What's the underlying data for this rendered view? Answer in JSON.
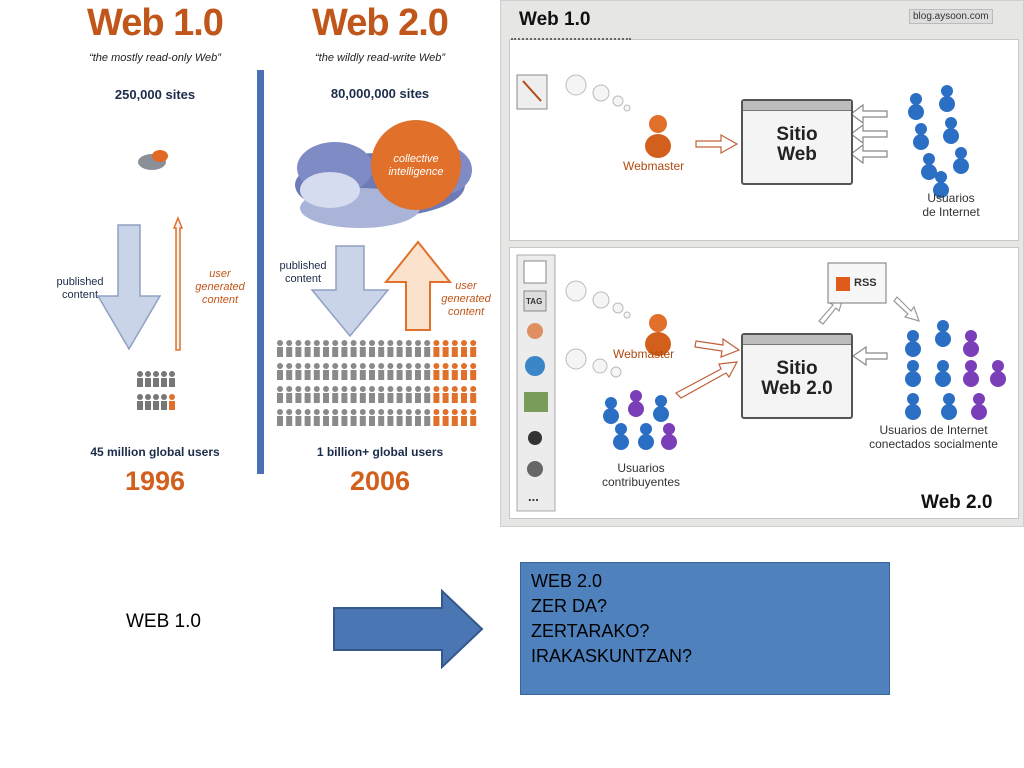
{
  "left": {
    "web10": {
      "title": "Web 1.0",
      "subtitle": "“the mostly read-only Web”",
      "sites": "250,000 sites",
      "published": [
        "published",
        "content"
      ],
      "ugc": [
        "user",
        "generated",
        "content"
      ],
      "users": "45 million global users",
      "year": "1996"
    },
    "web20": {
      "title": "Web 2.0",
      "subtitle": "“the wildly read-write Web”",
      "sites": "80,000,000 sites",
      "cloud": [
        "collective",
        "intelligence"
      ],
      "published": [
        "published",
        "content"
      ],
      "ugc": [
        "user",
        "generated",
        "content"
      ],
      "users": "1 billion+ global users",
      "year": "2006"
    }
  },
  "right": {
    "source": "blog.aysoon.com",
    "top_title": "Web 1.0",
    "bottom_title": "Web 2.0",
    "webmaster": "Webmaster",
    "sitio_web": [
      "Sitio",
      "Web"
    ],
    "sitio_web20": [
      "Sitio",
      "Web 2.0"
    ],
    "usuarios_internet": [
      "Usuarios",
      "de Internet"
    ],
    "rss": "RSS",
    "tag": "TAG",
    "usuarios_conectados": [
      "Usuarios de Internet",
      "conectados socialmente"
    ],
    "usuarios_contrib": [
      "Usuarios",
      "contribuyentes"
    ],
    "more": "..."
  },
  "bottom": {
    "web10_label": "WEB 1.0",
    "caption": [
      "WEB 2.0",
      "ZER DA?",
      "ZERTARAKO?",
      "IRAKASKUNTZAN?"
    ]
  },
  "colors": {
    "orange": "#d2601c",
    "navy": "#1b2c4a",
    "caption_bg": "#4f81bd",
    "arrow_fill": "#4a77b4"
  }
}
